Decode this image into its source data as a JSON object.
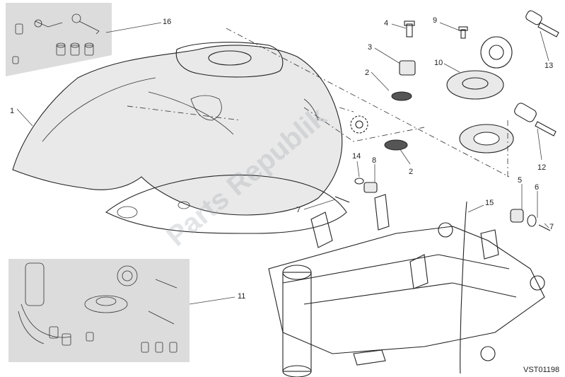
{
  "callouts": {
    "c1": "1",
    "c2a": "2",
    "c2b": "2",
    "c3": "3",
    "c4": "4",
    "c5": "5",
    "c6": "6",
    "c7a": "7",
    "c7b": "7",
    "c8": "8",
    "c9": "9",
    "c10": "10",
    "c11": "11",
    "c12": "12",
    "c13": "13",
    "c14": "14",
    "c15": "15",
    "c16": "16"
  },
  "drawing_code": "VST01198",
  "watermark": "Parts Republik"
}
